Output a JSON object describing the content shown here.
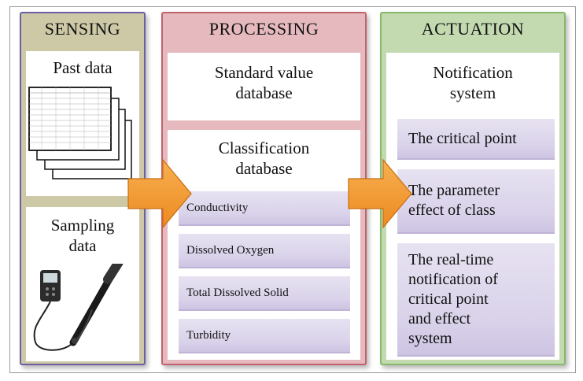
{
  "sensing": {
    "title": "SENSING",
    "past_data": "Past data",
    "sampling_data_line1": "Sampling",
    "sampling_data_line2": "data"
  },
  "processing": {
    "title": "PROCESSING",
    "standard_db_line1": "Standard value",
    "standard_db_line2": "database",
    "classification_db_line1": "Classification",
    "classification_db_line2": "database",
    "parameters": [
      "Conductivity",
      "Dissolved Oxygen",
      "Total Dissolved Solid",
      "Turbidity"
    ]
  },
  "actuation": {
    "title": "ACTUATION",
    "notification_line1": "Notification",
    "notification_line2": "system",
    "items": [
      [
        "The critical point"
      ],
      [
        "The parameter",
        "effect of class"
      ],
      [
        "The real-time",
        "notification of",
        "critical point",
        "and effect",
        "system"
      ]
    ]
  },
  "colors": {
    "sensing_bg": "#cdc9a6",
    "sensing_border": "#6e5fa2",
    "processing_bg": "#e5b9be",
    "processing_border": "#c0636c",
    "actuation_bg": "#c3dab1",
    "actuation_border": "#86b96a",
    "item_bg": "#dcd5ec",
    "arrow_fill": "#f4a035"
  }
}
